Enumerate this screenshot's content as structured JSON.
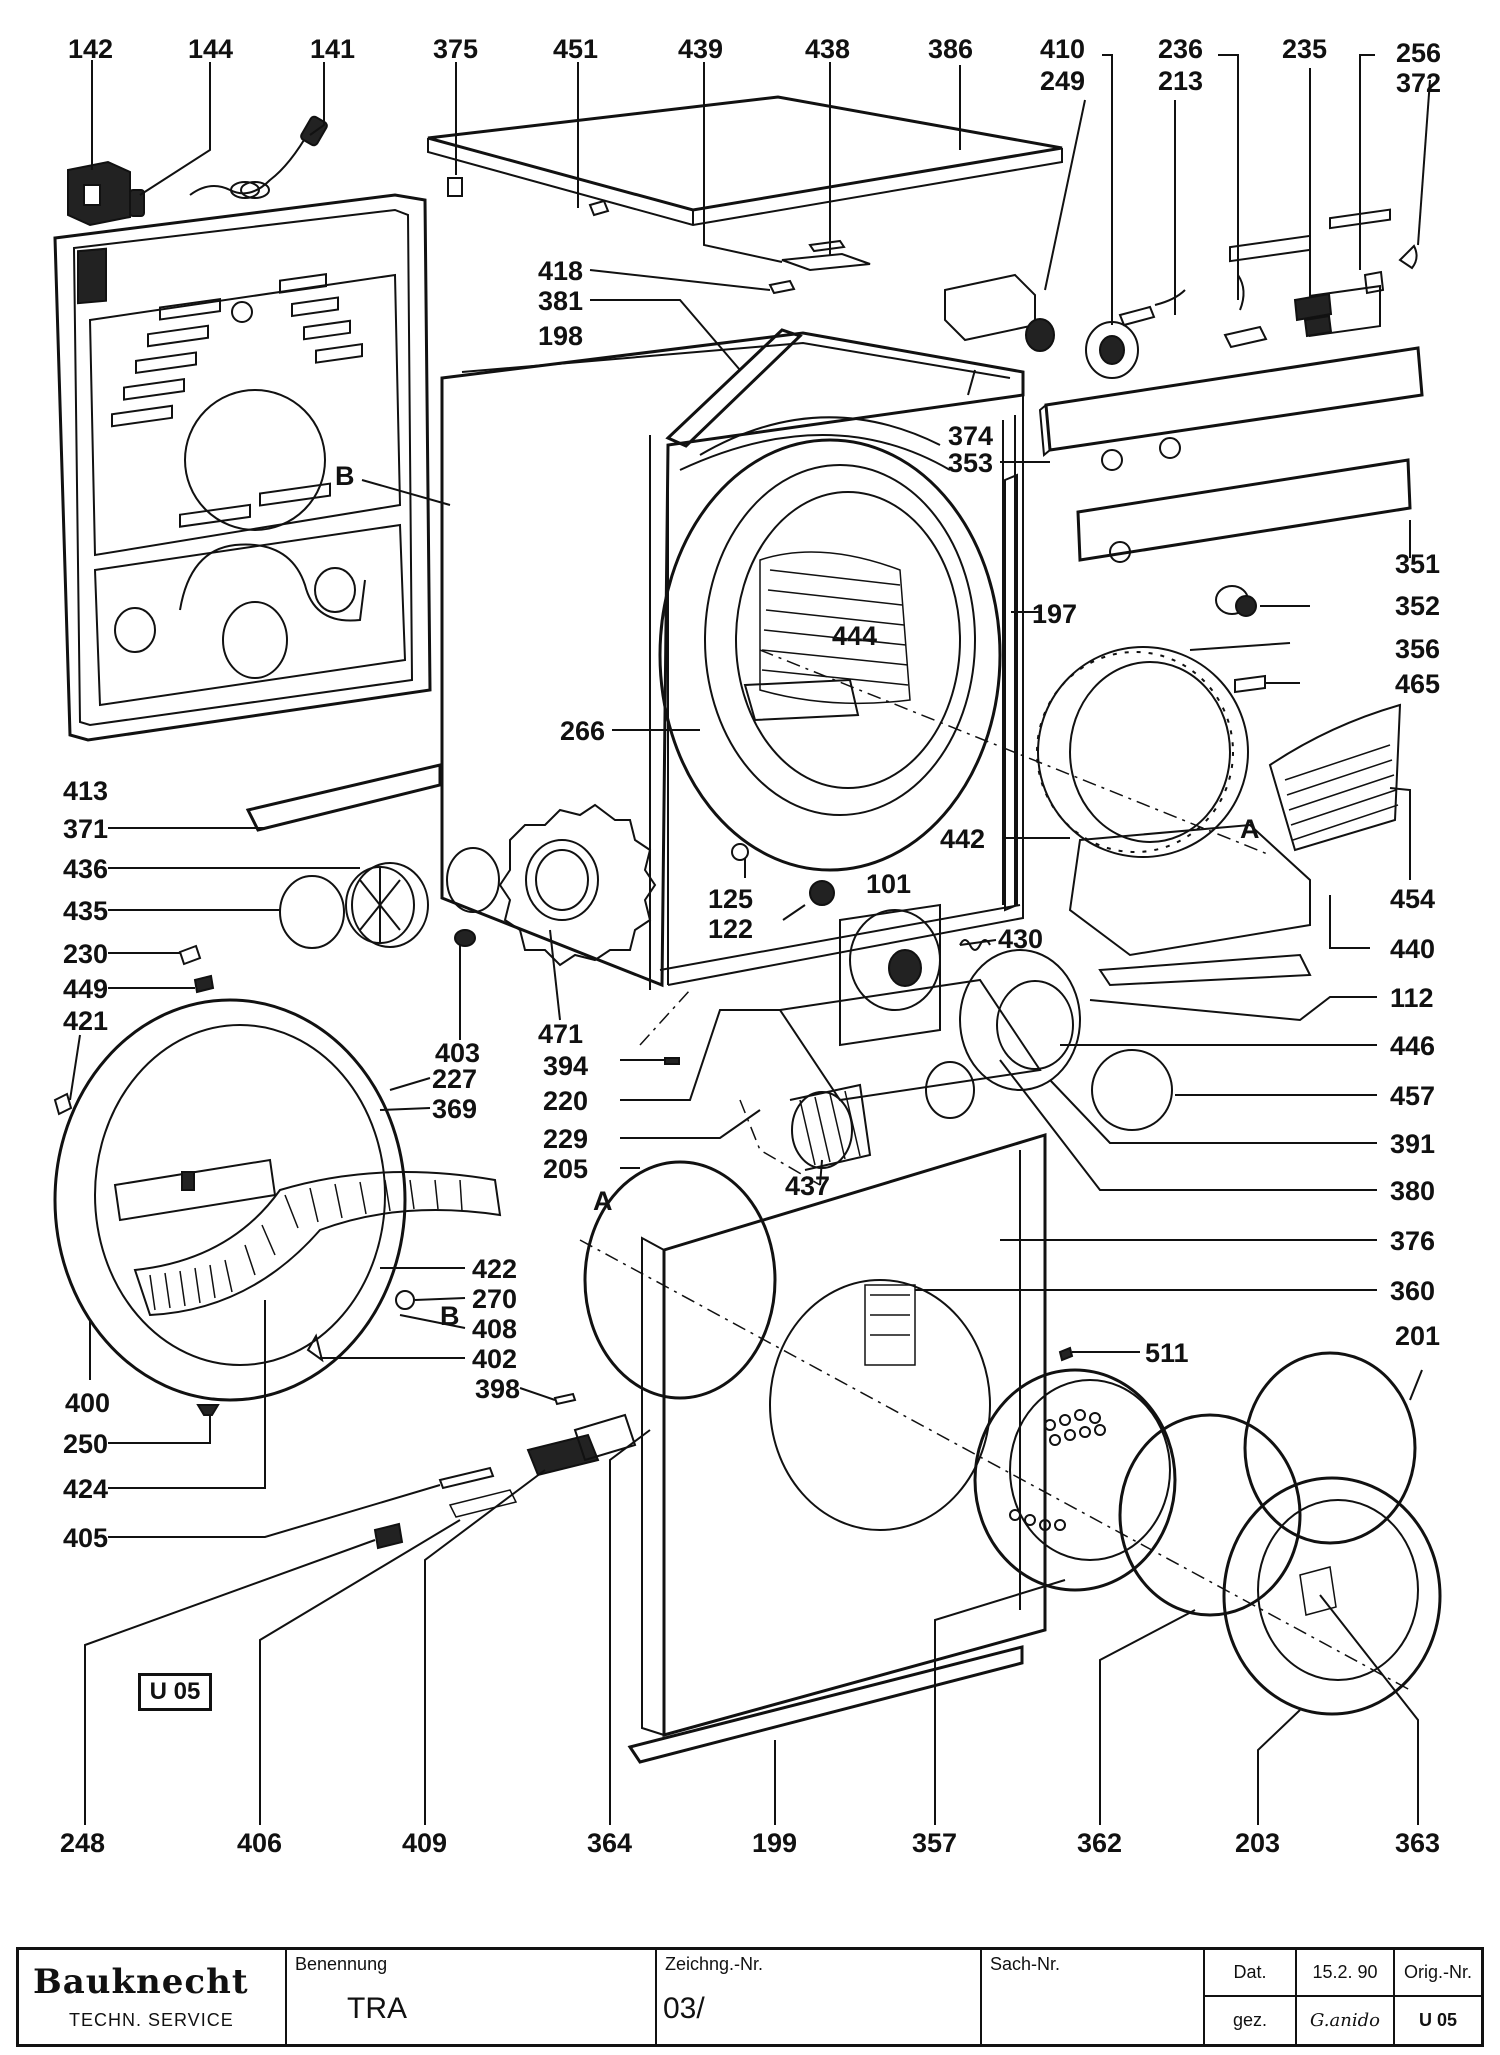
{
  "labels": [
    "142",
    "144",
    "141",
    "375",
    "451",
    "439",
    "438",
    "386",
    "410",
    "249",
    "236",
    "213",
    "235",
    "256",
    "372",
    "418",
    "381",
    "198",
    "374",
    "353",
    "B",
    "351",
    "352",
    "197",
    "444",
    "356",
    "465",
    "266",
    "413",
    "371",
    "442",
    "A",
    "454",
    "436",
    "101",
    "125",
    "122",
    "430",
    "440",
    "435",
    "230",
    "449",
    "421",
    "403",
    "112",
    "446",
    "471",
    "394",
    "220",
    "227",
    "369",
    "457",
    "229",
    "391",
    "205",
    "A",
    "437",
    "380",
    "376",
    "422",
    "270",
    "B",
    "408",
    "360",
    "400",
    "402",
    "511",
    "201",
    "398",
    "250",
    "424",
    "405",
    "U 05",
    "248",
    "406",
    "409",
    "364",
    "199",
    "357",
    "362",
    "203",
    "363"
  ],
  "drawing_code": "U 05",
  "title_block": {
    "brand_name": "Bauknecht",
    "brand_sub": "TECHN. SERVICE",
    "benennung_label": "Benennung",
    "benennung_value": "TRA",
    "zeichnung_label": "Zeichng.-Nr.",
    "zeichnung_value": "03/",
    "sach_label": "Sach-Nr.",
    "dat_label": "Dat.",
    "dat_value": "15.2. 90",
    "gez_label": "gez.",
    "gez_value": "G.anido",
    "orig_label": "Orig.-Nr.",
    "orig_value": "U 05"
  }
}
